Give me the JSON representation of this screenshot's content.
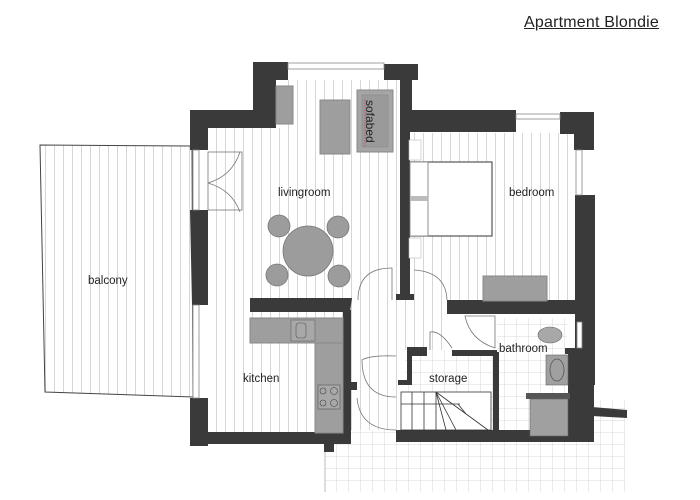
{
  "plan": {
    "title": "Apartment Blondie",
    "rooms": {
      "balcony": "balcony",
      "livingroom": "livingroom",
      "bedroom": "bedroom",
      "kitchen": "kitchen",
      "storage": "storage",
      "bathroom": "bathroom"
    },
    "furniture": {
      "sofabed": "sofabed"
    },
    "colors": {
      "wall": "#3a3a3a",
      "furniture": "#9a9a9a",
      "floor_line": "#d8d8d8",
      "tile_line": "#cfcfcf",
      "accent_underline": "#d02040"
    }
  }
}
